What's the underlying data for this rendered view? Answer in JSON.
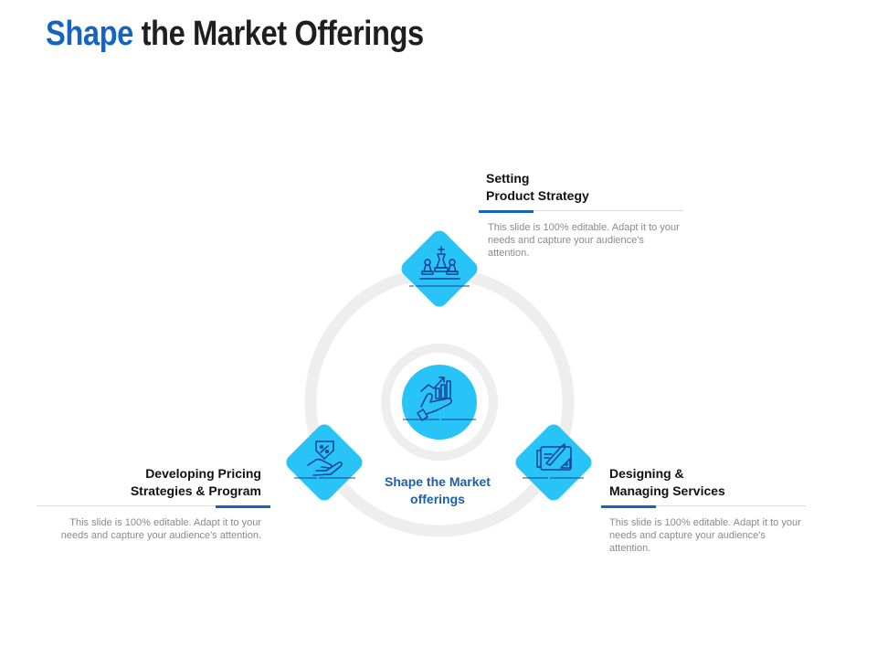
{
  "slide": {
    "title_accent": "Shape",
    "title_rest": " the Market Offerings"
  },
  "center": {
    "label": "Shape the Market offerings",
    "icon": "hand-growth-chart-icon"
  },
  "items": [
    {
      "title_line1": "Setting",
      "title_line2": "Product Strategy",
      "desc_line1": "This slide is 100% editable. Adapt it to your",
      "desc_line2": "needs and capture your audience's attention.",
      "icon": "chess-pieces-icon"
    },
    {
      "title_line1": "Developing Pricing",
      "title_line2": "Strategies & Program",
      "desc_line1": "This slide is 100% editable. Adapt it to your",
      "desc_line2": "needs and capture your audience's attention.",
      "icon": "hand-price-tag-icon"
    },
    {
      "title_line1": "Designing &",
      "title_line2": "Managing Services",
      "desc_line1": "This slide is 100% editable. Adapt it to your",
      "desc_line2": "needs and capture your audience's attention.",
      "icon": "blueprint-design-icon"
    }
  ],
  "colors": {
    "accent_blue": "#1565c0",
    "label_blue": "#1d5fa8",
    "cyan": "#29c4f7",
    "icon_stroke": "#1a3f8f",
    "ring_gray": "#eeeeee",
    "text_dark": "#111111",
    "text_gray": "#8a8a8a"
  }
}
